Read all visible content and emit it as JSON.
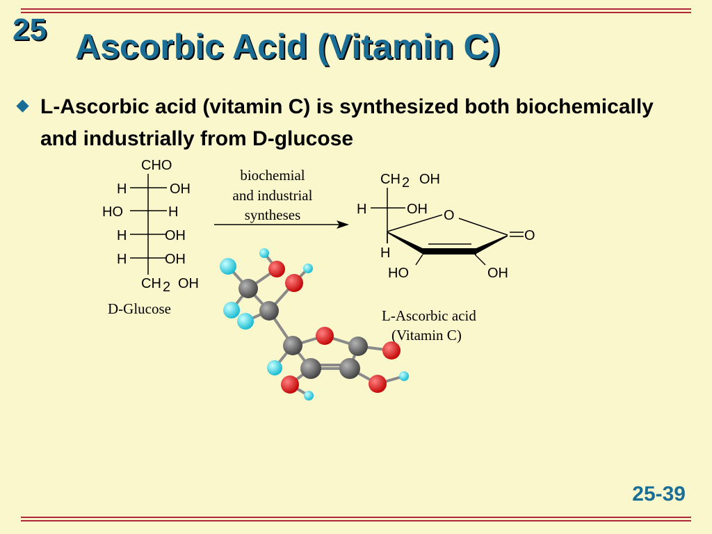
{
  "slide": {
    "chapter": "25",
    "title": "Ascorbic Acid (Vitamin C)",
    "bullet": "L-Ascorbic acid (vitamin C) is synthesized both biochemically and industrially from D-glucose",
    "page_number": "25-39"
  },
  "glucose": {
    "top": "CHO",
    "rows": [
      {
        "left": "H",
        "right": "OH"
      },
      {
        "left": "HO",
        "right": "H"
      },
      {
        "left": "H",
        "right": "OH"
      },
      {
        "left": "H",
        "right": "OH"
      }
    ],
    "bottom_ch": "CH",
    "bottom_sub": "2",
    "bottom_oh": "OH",
    "name": "D-Glucose"
  },
  "arrow": {
    "line1": "biochemial",
    "line2": "and industrial",
    "line3": "syntheses"
  },
  "ascorbic": {
    "top_ch": "CH",
    "top_sub": "2",
    "top_oh": "OH",
    "h_left": "H",
    "oh_right": "OH",
    "ring_o": "O",
    "carbonyl_o": "O",
    "h_down": "H",
    "ho_left": "HO",
    "oh_bottom": "OH",
    "name_line1": "L-Ascorbic acid",
    "name_line2": "(Vitamin C)"
  },
  "colors": {
    "title": "#1a6e96",
    "rule": "#b0263a",
    "background": "#fbf7cd",
    "carbon": "#5a5a5a",
    "oxygen": "#e01a1a",
    "hydrogen": "#27d3e8"
  }
}
